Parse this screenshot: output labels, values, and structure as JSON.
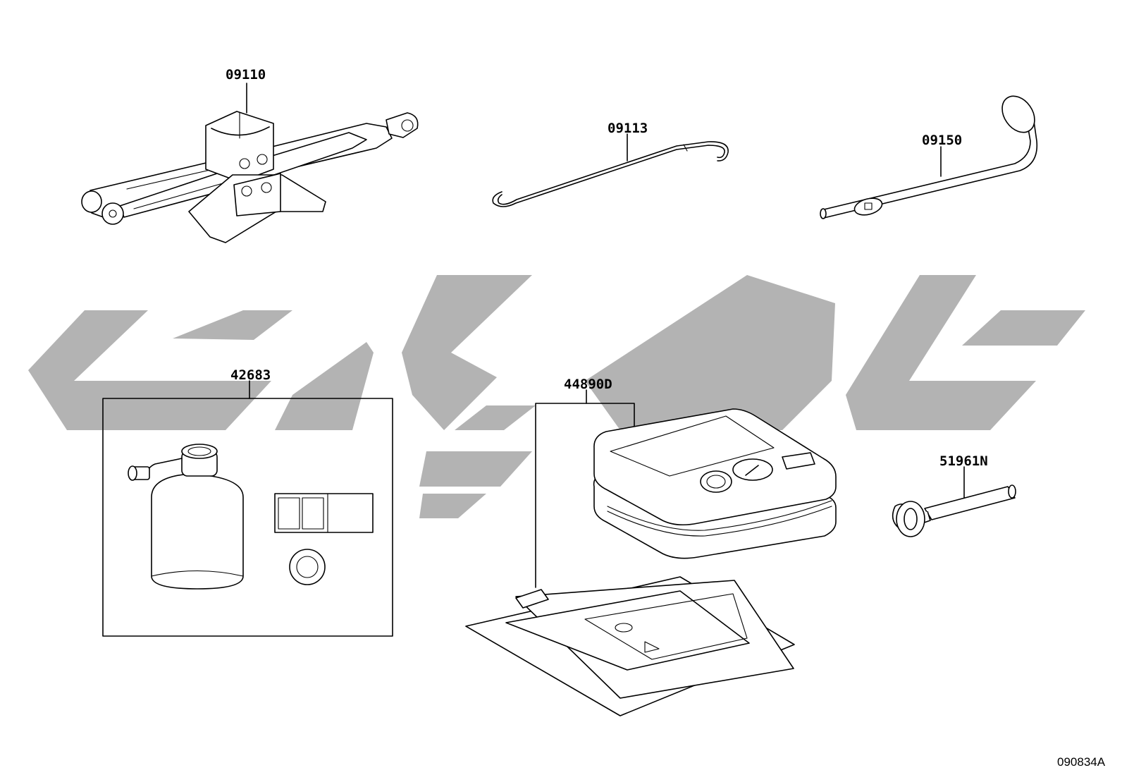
{
  "parts": [
    {
      "number": "09110",
      "icon": "scissor-jack-icon"
    },
    {
      "number": "09113",
      "icon": "jack-handle-rod-icon"
    },
    {
      "number": "09150",
      "icon": "lug-wrench-icon"
    },
    {
      "number": "42683",
      "icon": "tire-repair-kit-icon"
    },
    {
      "number": "44890D",
      "icon": "tire-inflator-compressor-icon"
    },
    {
      "number": "51961N",
      "icon": "towing-eye-hook-icon"
    }
  ],
  "diagram_code": "090834A",
  "colors": {
    "line": "#000000",
    "watermark": "#b3b3b3",
    "background": "#ffffff"
  }
}
